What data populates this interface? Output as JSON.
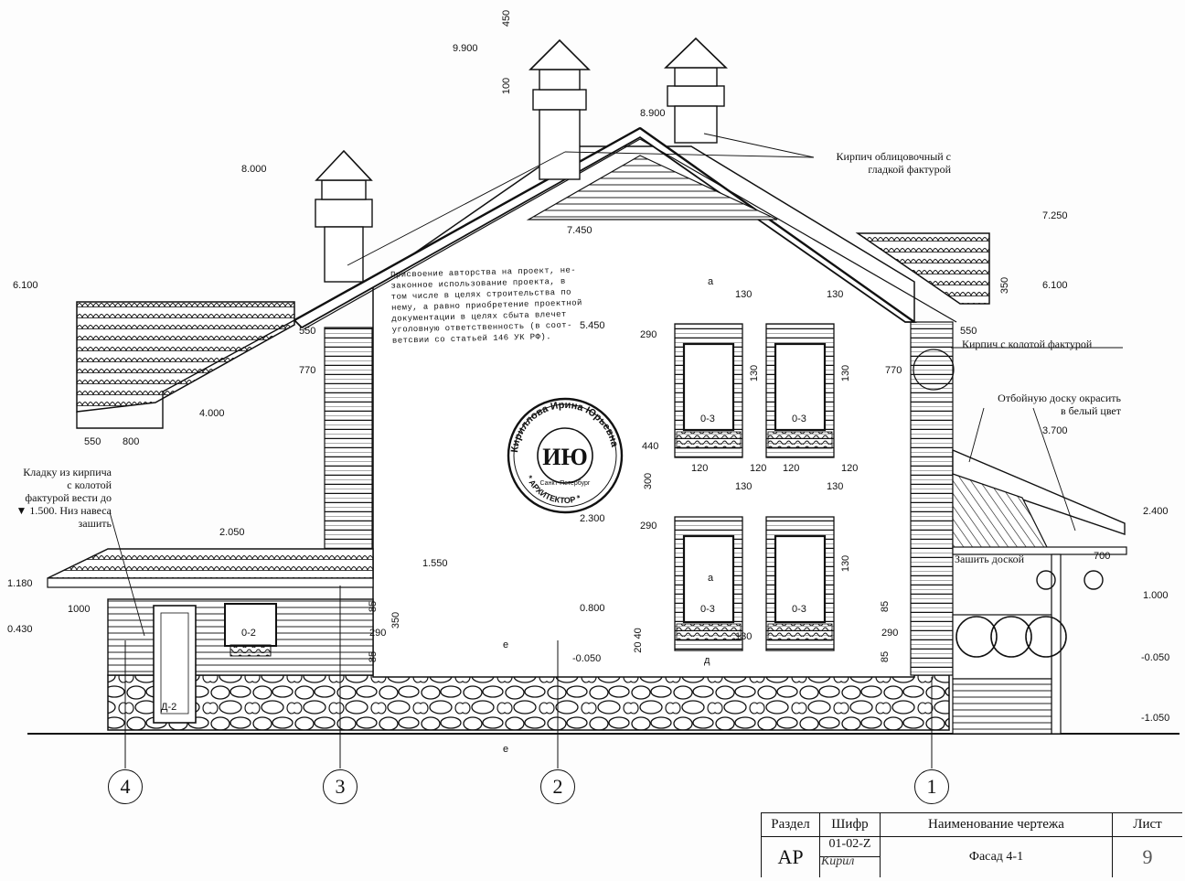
{
  "elevations": {
    "e_9900": "9.900",
    "e_8900": "8.900",
    "e_8000": "8.000",
    "e_7450": "7.450",
    "e_7250": "7.250",
    "e_6100_left": "6.100",
    "e_6100_right": "6.100",
    "e_5450": "5.450",
    "e_4000": "4.000",
    "e_3700": "3.700",
    "e_2400": "2.400",
    "e_2300": "2.300",
    "e_2050": "2.050",
    "e_1550": "1.550",
    "e_1180": "1.180",
    "e_1000": "1.000",
    "e_0800": "0.800",
    "e_0430": "0.430",
    "e_m0050_mid": "-0.050",
    "e_m0050_right": "-0.050",
    "e_m1050": "-1.050"
  },
  "dimensions": {
    "d450": "450",
    "d100": "100",
    "d350_right": "350",
    "d550_left": "550",
    "d550_mid": "550",
    "d550_right": "550",
    "d770_left": "770",
    "d770_right": "770",
    "d800": "800",
    "d1000": "1000",
    "d700": "700",
    "d130_a": "130",
    "d130_b": "130",
    "d130_c": "130",
    "d130_d": "130",
    "d130_e": "130",
    "d130_f": "130",
    "d130_g": "130",
    "d130_h": "130",
    "d290_a": "290",
    "d290_b": "290",
    "d290_c": "290",
    "d290_d": "290",
    "d440": "440",
    "d300": "300",
    "d120_a": "120",
    "d120_b": "120",
    "d120_c": "120",
    "d120_d": "120",
    "d85_a": "85",
    "d85_b": "85",
    "d85_c": "85",
    "d85_d": "85",
    "d350_mid": "350",
    "d2040": "20 40"
  },
  "section_marks": {
    "a_top": "а",
    "a_mid": "а",
    "d_mid": "д",
    "e_top": "е",
    "e_bottom": "е"
  },
  "window_marks": {
    "w1": "0-3",
    "w2": "0-3",
    "w3": "0-3",
    "w4": "0-3",
    "w5": "0-2",
    "door": "Д-2"
  },
  "notes": {
    "brick_smooth_1": "Кирпич облицовочный с",
    "brick_smooth_2": "гладкой фактурой",
    "brick_split": "Кирпич с колотой фактурой",
    "board_1": "Отбойную доску окрасить",
    "board_2": "в белый цвет",
    "cladding": "Зашить доской",
    "left_1": "Кладку из кирпича",
    "left_2": "с колотой",
    "left_3": "фактурой вести до",
    "left_4": "▼ 1.500. Низ навеса",
    "left_5": "зашить"
  },
  "legal_notice": {
    "l1": "Присвоение авторства на проект, не-",
    "l2": "законное использование проекта, в",
    "l3": "том числе в целях строительства по",
    "l4": "нему, а равно приобретение проектной",
    "l5": "документации в целях сбыта влечет",
    "l6": "уголовную ответственность (в соот-",
    "l7": "ветсвии со статьей 146 УК РФ)."
  },
  "stamp": {
    "name": "Кириллова Ирина Юрьевна",
    "city": "Санкт-Петербург",
    "role": "* АРХИТЕКТОР *",
    "monogram": "ИЮ"
  },
  "axes": {
    "a1": "1",
    "a2": "2",
    "a3": "3",
    "a4": "4"
  },
  "title_block": {
    "h_section": "Раздел",
    "h_code": "Шифр",
    "h_name": "Наименование чертежа",
    "h_sheet": "Лист",
    "section": "АР",
    "code": "01-02-Z",
    "name": "Фасад 4-1",
    "sheet": "9",
    "signature": "Кирил"
  }
}
